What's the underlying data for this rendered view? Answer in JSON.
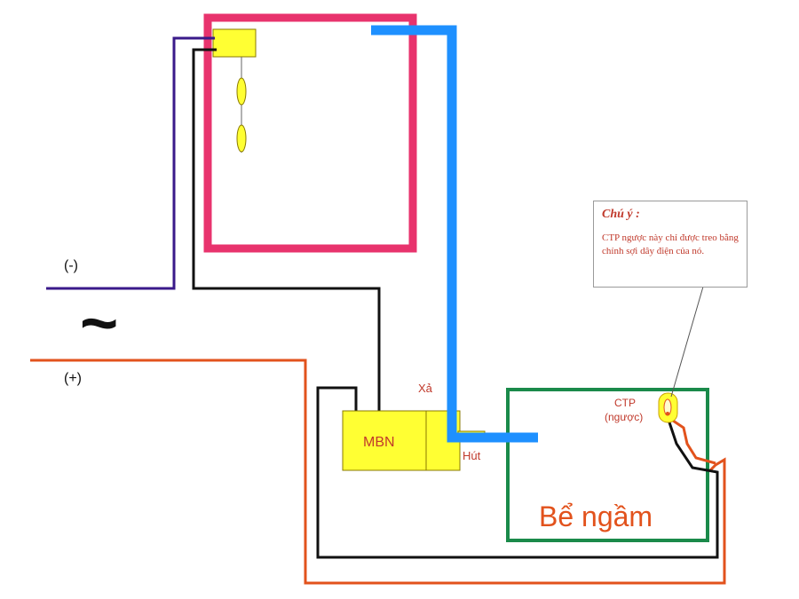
{
  "labels": {
    "neg": "(-)",
    "pos": "(+)",
    "ac_symbol": "~",
    "pump": "MBN",
    "discharge": "Xả",
    "suction": "Hút",
    "sensor_name": "CTP",
    "sensor_sub": "(ngược)",
    "tank": "Bể ngầm"
  },
  "note": {
    "title": "Chú ý :",
    "body": "CTP ngược này chỉ được treo bằng chính sợi dây điện của nó."
  },
  "colors": {
    "tank_roof": "#e8336d",
    "tank_underground": "#1a8a4a",
    "water_pipe": "#1e90ff",
    "wire_negative": "#3a1a8a",
    "wire_positive": "#e2521c",
    "wire_black": "#111111",
    "pump_body": "#ffff33",
    "label_red": "#c0392b"
  }
}
